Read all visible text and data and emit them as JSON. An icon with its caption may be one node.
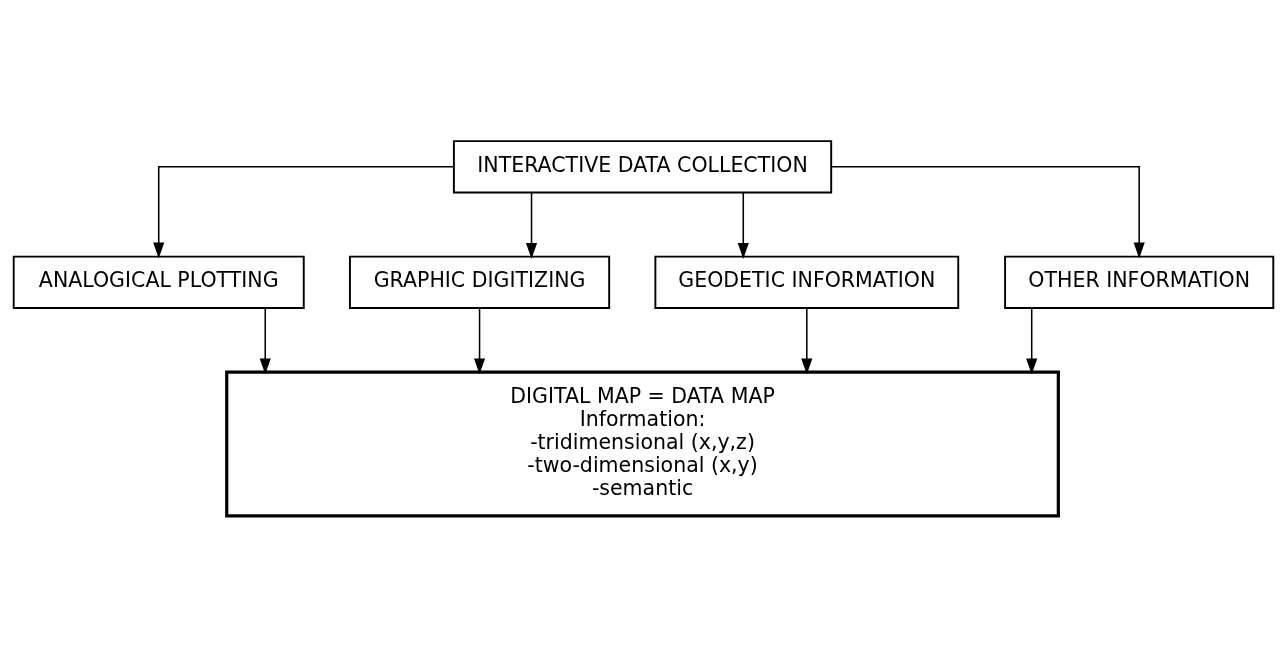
{
  "diagram": {
    "nodes": [
      {
        "text": [
          "INTERACTIVE DATA COLLECTION"
        ]
      },
      {
        "text": [
          "ANALOGICAL PLOTTING"
        ]
      },
      {
        "text": [
          "GRAPHIC DIGITIZING"
        ]
      },
      {
        "text": [
          "GEODETIC INFORMATION"
        ]
      },
      {
        "text": [
          "OTHER INFORMATION"
        ]
      },
      {
        "text": [
          "DIGITAL MAP = DATA MAP",
          "Information:",
          "-tridimensional (x,y,z)",
          "-two-dimensional (x,y)",
          "-semantic"
        ]
      }
    ],
    "edges": [
      {
        "from": 0,
        "to": 1,
        "arrow": "to"
      },
      {
        "from": 0,
        "to": 2,
        "arrow": "to"
      },
      {
        "from": 0,
        "to": 3,
        "arrow": "to"
      },
      {
        "from": 0,
        "to": 4,
        "arrow": "to"
      },
      {
        "from": 1,
        "to": 5,
        "arrow": "to"
      },
      {
        "from": 2,
        "to": 5,
        "arrow": "to"
      },
      {
        "from": 3,
        "to": 5,
        "arrow": "to"
      },
      {
        "from": 4,
        "to": 5,
        "arrow": "to"
      }
    ]
  }
}
